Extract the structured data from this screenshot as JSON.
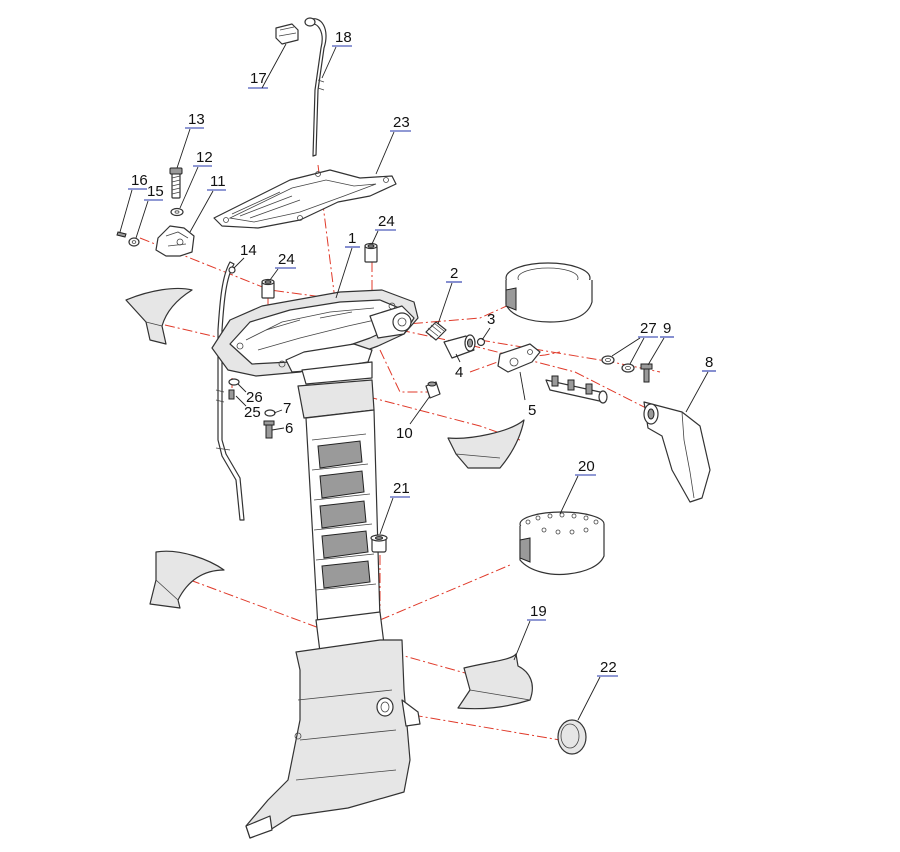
{
  "diagram": {
    "type": "exploded-parts-view",
    "colors": {
      "outline": "#333333",
      "centerline": "#e03a2a",
      "callout_underline": "#2233aa",
      "part_fill": "#ffffff",
      "shade_fill": "#e6e6e6"
    },
    "callouts": [
      {
        "id": "c1",
        "label": "1"
      },
      {
        "id": "c2",
        "label": "2"
      },
      {
        "id": "c3",
        "label": "3"
      },
      {
        "id": "c4",
        "label": "4"
      },
      {
        "id": "c5",
        "label": "5"
      },
      {
        "id": "c6",
        "label": "6"
      },
      {
        "id": "c7",
        "label": "7"
      },
      {
        "id": "c8",
        "label": "8"
      },
      {
        "id": "c9",
        "label": "9"
      },
      {
        "id": "c10",
        "label": "10"
      },
      {
        "id": "c11",
        "label": "11"
      },
      {
        "id": "c12",
        "label": "12"
      },
      {
        "id": "c13",
        "label": "13"
      },
      {
        "id": "c14",
        "label": "14"
      },
      {
        "id": "c15",
        "label": "15"
      },
      {
        "id": "c16",
        "label": "16"
      },
      {
        "id": "c17",
        "label": "17"
      },
      {
        "id": "c18",
        "label": "18"
      },
      {
        "id": "c19",
        "label": "19"
      },
      {
        "id": "c20",
        "label": "20"
      },
      {
        "id": "c21",
        "label": "21"
      },
      {
        "id": "c22",
        "label": "22"
      },
      {
        "id": "c23",
        "label": "23"
      },
      {
        "id": "c24a",
        "label": "24"
      },
      {
        "id": "c24b",
        "label": "24"
      },
      {
        "id": "c25",
        "label": "25"
      },
      {
        "id": "c26",
        "label": "26"
      },
      {
        "id": "c27",
        "label": "27"
      }
    ]
  }
}
